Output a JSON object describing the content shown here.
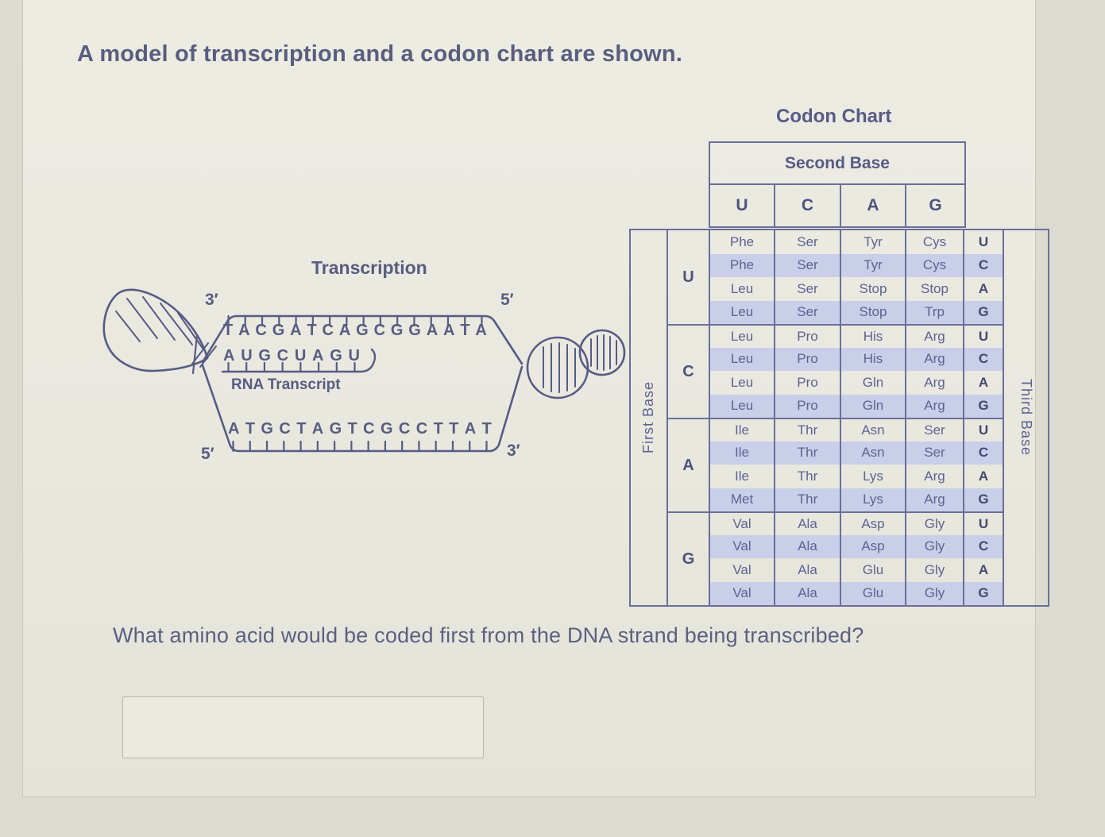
{
  "page": {
    "title": "A model of transcription and a codon chart are shown.",
    "question": "What amino acid would be coded first from the DNA strand being transcribed?"
  },
  "diagram": {
    "title": "Transcription",
    "rna_label": "RNA Transcript",
    "ends": {
      "top_left": "3′",
      "top_right": "5′",
      "bottom_left": "5′",
      "bottom_right": "3′"
    },
    "template_strand": "TACGATCAGCGGAATA",
    "rna_transcript": "AUGCUAGU",
    "coding_strand": "ATGCTAGTCGCCTTAT"
  },
  "codon_chart": {
    "title": "Codon Chart",
    "axis_labels": {
      "second": "Second Base",
      "first": "First Base",
      "third": "Third Base"
    },
    "second_bases": [
      "U",
      "C",
      "A",
      "G"
    ],
    "third_bases": [
      "U",
      "C",
      "A",
      "G"
    ],
    "blocks": [
      {
        "first_base": "U",
        "rows": [
          [
            "Phe",
            "Ser",
            "Tyr",
            "Cys"
          ],
          [
            "Phe",
            "Ser",
            "Tyr",
            "Cys"
          ],
          [
            "Leu",
            "Ser",
            "Stop",
            "Stop"
          ],
          [
            "Leu",
            "Ser",
            "Stop",
            "Trp"
          ]
        ]
      },
      {
        "first_base": "C",
        "rows": [
          [
            "Leu",
            "Pro",
            "His",
            "Arg"
          ],
          [
            "Leu",
            "Pro",
            "His",
            "Arg"
          ],
          [
            "Leu",
            "Pro",
            "Gln",
            "Arg"
          ],
          [
            "Leu",
            "Pro",
            "Gln",
            "Arg"
          ]
        ]
      },
      {
        "first_base": "A",
        "rows": [
          [
            "Ile",
            "Thr",
            "Asn",
            "Ser"
          ],
          [
            "Ile",
            "Thr",
            "Asn",
            "Ser"
          ],
          [
            "Ile",
            "Thr",
            "Lys",
            "Arg"
          ],
          [
            "Met",
            "Thr",
            "Lys",
            "Arg"
          ]
        ]
      },
      {
        "first_base": "G",
        "rows": [
          [
            "Val",
            "Ala",
            "Asp",
            "Gly"
          ],
          [
            "Val",
            "Ala",
            "Asp",
            "Gly"
          ],
          [
            "Val",
            "Ala",
            "Glu",
            "Gly"
          ],
          [
            "Val",
            "Ala",
            "Glu",
            "Gly"
          ]
        ]
      }
    ]
  },
  "answer": {
    "value": "",
    "placeholder": ""
  },
  "colors": {
    "ink": "#575c82",
    "table_border": "#6a6f99",
    "row_shade": "#c9cfe8"
  }
}
